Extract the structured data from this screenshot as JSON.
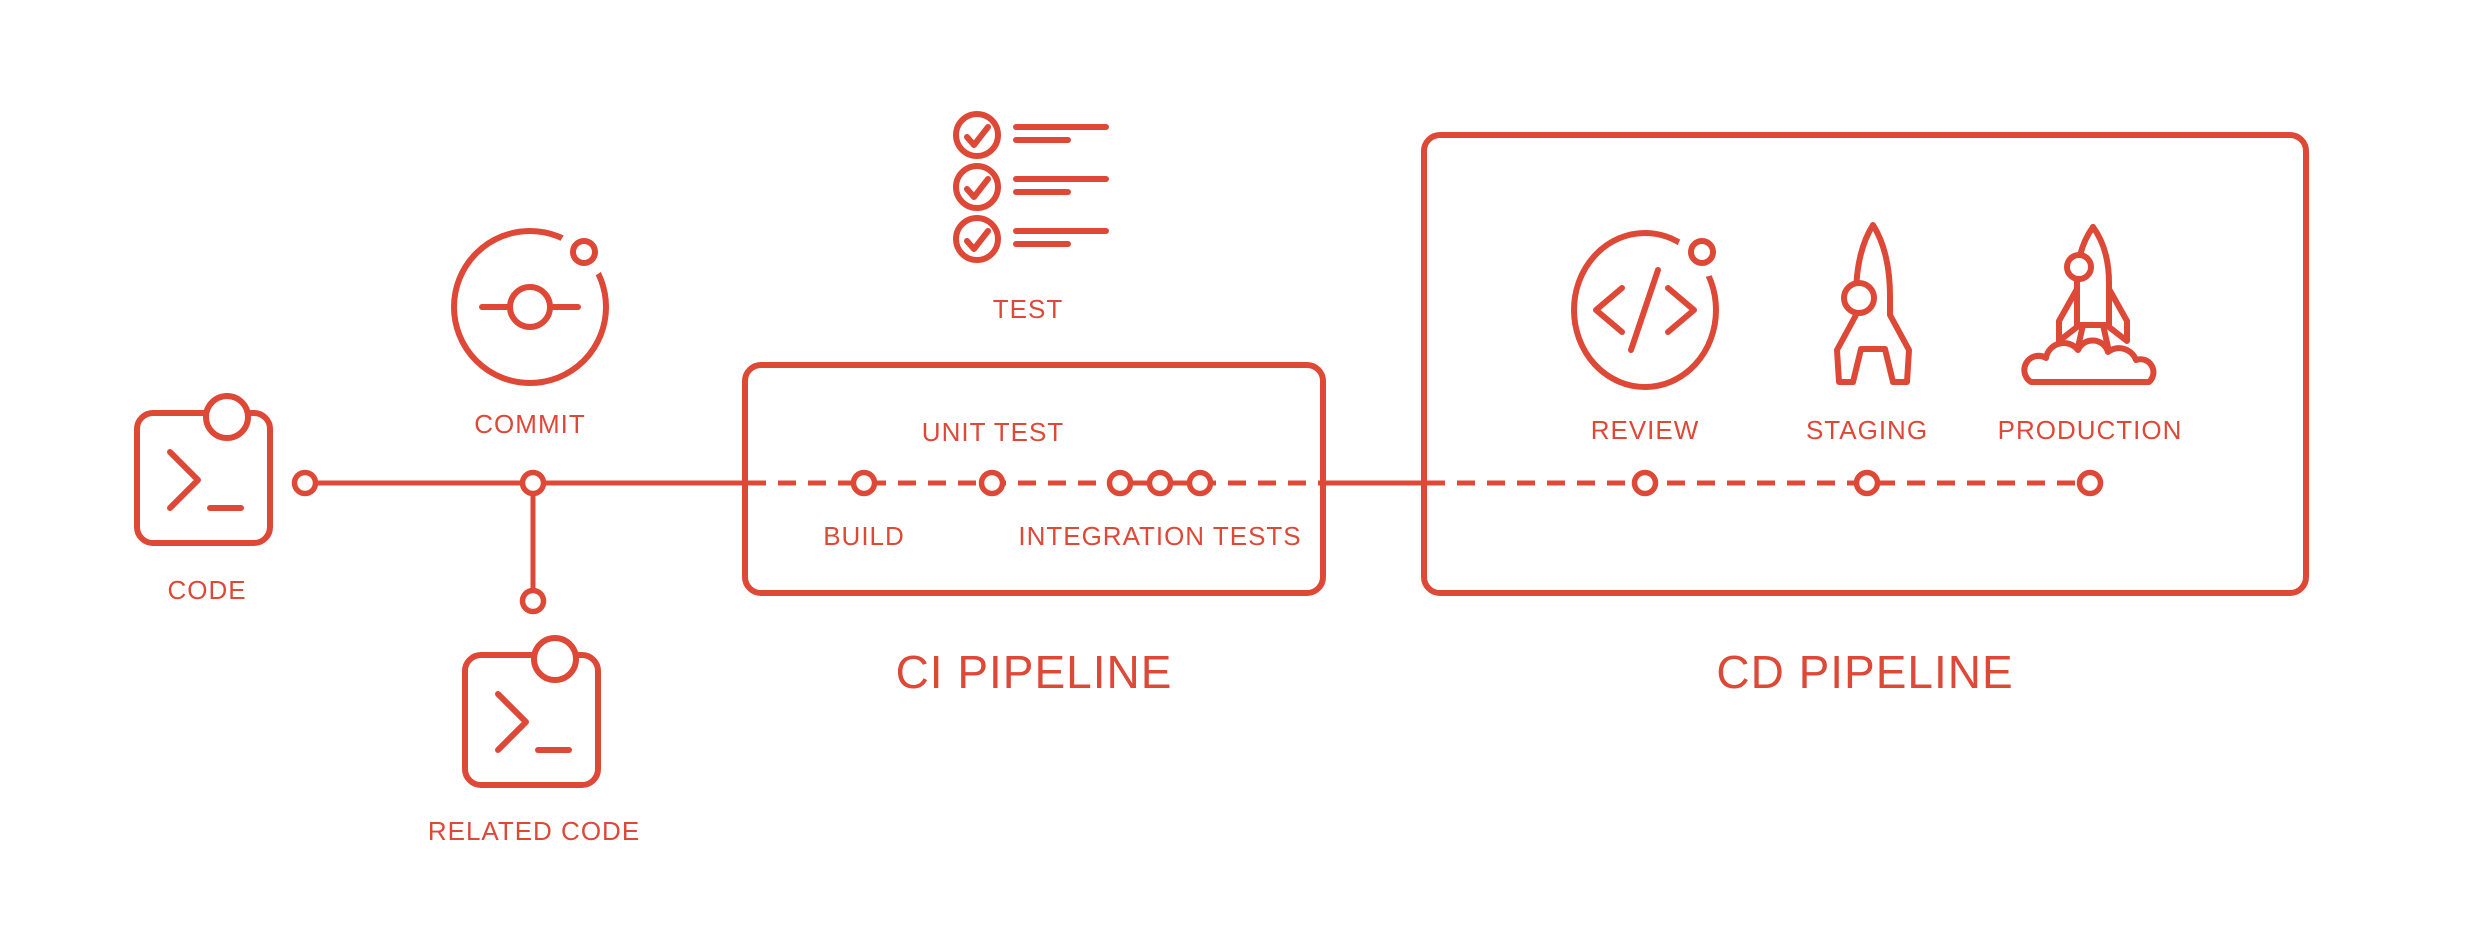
{
  "diagram": {
    "colors": {
      "accent": "#de4837",
      "background": "#ffffff"
    },
    "titles": {
      "ci": "CI PIPELINE",
      "cd": "CD PIPELINE"
    },
    "labels": {
      "code": "CODE",
      "commit": "COMMIT",
      "related_code": "RELATED CODE",
      "test": "TEST",
      "build": "BUILD",
      "unit_test": "UNIT TEST",
      "integration_tests": "INTEGRATION TESTS",
      "review": "REVIEW",
      "staging": "STAGING",
      "production": "PRODUCTION"
    },
    "icons": {
      "code": "terminal-window-icon",
      "commit": "git-commit-orbit-icon",
      "related_code": "terminal-window-icon",
      "test": "checklist-icon",
      "review": "code-review-orbit-icon",
      "staging": "rocket-standing-icon",
      "production": "rocket-launch-icon"
    }
  }
}
